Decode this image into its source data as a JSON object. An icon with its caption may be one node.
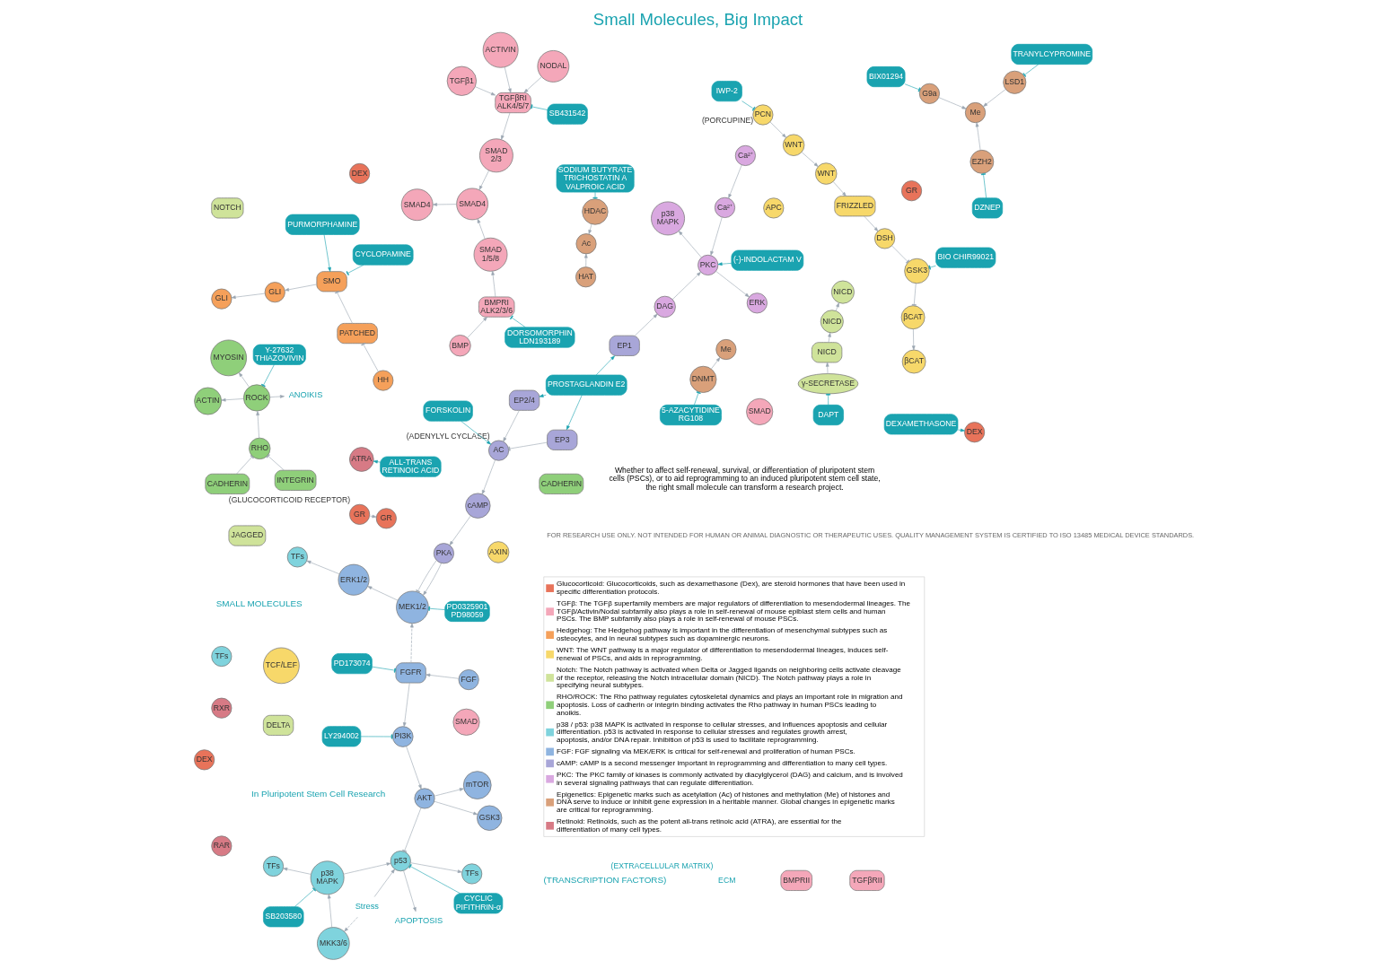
{
  "diagram": {
    "title": "Small Molecules, Big Impact",
    "caption": "FOR RESEARCH USE ONLY. NOT INTENDED FOR HUMAN OR ANIMAL DIAGNOSTIC OR THERAPEUTIC USES. QUALITY MANAGEMENT SYSTEM IS CERTIFIED TO ISO 13485 MEDICAL DEVICE STANDARDS.",
    "nodes": [
      {
        "text": [
          "IWP-2"
        ]
      },
      {
        "text": [
          "PCN"
        ],
        "beside": [
          "(PORCUPINE)"
        ]
      },
      {
        "text": [
          "WNT"
        ]
      },
      {
        "text": [
          "WNT"
        ]
      },
      {
        "text": [
          "FRIZZLED"
        ]
      },
      {
        "text": [
          "DELTA"
        ]
      },
      {
        "text": [
          "JAGGED"
        ]
      },
      {
        "text": [
          "NOTCH"
        ]
      },
      {
        "text": [
          "NICD"
        ]
      },
      {
        "text": [
          "γ-SECRETASE"
        ]
      },
      {
        "text": [
          "DAPT"
        ]
      },
      {
        "text": [
          "CADHERIN"
        ]
      },
      {
        "text": [
          "CADHERIN"
        ]
      },
      {
        "text": [
          "ECM"
        ],
        "beside": [
          "(EXTRACELLULAR MATRIX)"
        ]
      },
      {
        "text": [
          "INTEGRIN"
        ]
      },
      {
        "text": [
          "Stress"
        ]
      },
      {
        "text": [
          "FGF"
        ]
      },
      {
        "text": [
          "FGFR"
        ]
      },
      {
        "text": [
          "PD173074"
        ]
      },
      {
        "text": [
          "HH"
        ]
      },
      {
        "text": [
          "PATCHED"
        ]
      },
      {
        "text": [
          "SMO"
        ]
      },
      {
        "text": [
          "PURMORPHAMINE"
        ]
      },
      {
        "text": [
          "CYCLOPAMINE"
        ]
      },
      {
        "text": [
          "BMP"
        ]
      },
      {
        "text": [
          "BMPRI ALK2/3/6"
        ]
      },
      {
        "text": [
          "BMPRII"
        ]
      },
      {
        "text": [
          "DORSOMORPHIN LDN193189"
        ]
      },
      {
        "text": [
          "TGFβ1"
        ]
      },
      {
        "text": [
          "NODAL"
        ]
      },
      {
        "text": [
          "ACTIVIN"
        ]
      },
      {
        "text": [
          "TGFβRI ALK4/5/7"
        ]
      },
      {
        "text": [
          "TGFβRII"
        ]
      },
      {
        "text": [
          "SB431542"
        ]
      },
      {
        "text": [
          "SMAD 2/3"
        ]
      },
      {
        "text": [
          "SMAD 1/5/8"
        ]
      },
      {
        "text": [
          "SMAD4"
        ]
      },
      {
        "text": [
          "GLI"
        ]
      },
      {
        "text": [
          "DSH"
        ]
      },
      {
        "text": [
          "AXIN"
        ]
      },
      {
        "text": [
          "GSK3"
        ]
      },
      {
        "text": [
          "APC"
        ]
      },
      {
        "text": [
          "BIO CHIR99021"
        ]
      },
      {
        "text": [
          "βCAT"
        ]
      },
      {
        "text": [
          "NICD"
        ]
      },
      {
        "text": [
          "RHO"
        ]
      },
      {
        "text": [
          "ROCK"
        ]
      },
      {
        "text": [
          "Y-27632 THIAZOVIVIN"
        ]
      },
      {
        "text": [
          "MYOSIN"
        ]
      },
      {
        "text": [
          "ACTIN"
        ]
      },
      {
        "text": [
          "ANOIKIS"
        ]
      },
      {
        "text": [
          "MKK3/6"
        ]
      },
      {
        "text": [
          "SB203580"
        ]
      },
      {
        "text": [
          "p38 MAPK"
        ]
      },
      {
        "text": [
          "p53"
        ]
      },
      {
        "text": [
          "APOPTOSIS"
        ]
      },
      {
        "text": [
          "CYCLIC PIFITHRIN-α"
        ]
      },
      {
        "text": [
          "PI3K"
        ]
      },
      {
        "text": [
          "LY294002"
        ]
      },
      {
        "text": [
          "MEK1/2"
        ]
      },
      {
        "text": [
          "PD0325901 PD98059"
        ]
      },
      {
        "text": [
          "AKT"
        ]
      },
      {
        "text": [
          "mTOR"
        ]
      },
      {
        "text": [
          "GSK3"
        ]
      },
      {
        "text": [
          "ERK1/2"
        ]
      },
      {
        "text": [
          "PKA"
        ]
      },
      {
        "text": [
          "PROSTAGLANDIN E2"
        ]
      },
      {
        "text": [
          "EP3"
        ]
      },
      {
        "text": [
          "EP2/4"
        ]
      },
      {
        "text": [
          "EP1"
        ]
      },
      {
        "text": [
          "AC"
        ],
        "beside": [
          "(ADENYLYL CYCLASE)"
        ]
      },
      {
        "text": [
          "FORSKOLIN"
        ]
      },
      {
        "text": [
          "cAMP"
        ]
      },
      {
        "text": [
          "Ca²⁺"
        ]
      },
      {
        "text": [
          "DAG"
        ]
      },
      {
        "text": [
          "Ca²⁺"
        ]
      },
      {
        "text": [
          "(-)-INDOLACTAM V"
        ]
      },
      {
        "text": [
          "PKC"
        ]
      },
      {
        "text": [
          "p38 MAPK"
        ]
      },
      {
        "text": [
          "ERK"
        ]
      },
      {
        "text": [
          "DEXAMETHASONE"
        ]
      },
      {
        "text": [
          "DEX"
        ]
      },
      {
        "text": [
          "GR"
        ],
        "beside": [
          "(GLUCOCORTICOID RECEPTOR)"
        ]
      },
      {
        "text": [
          "TFs"
        ]
      },
      {
        "text": [
          "TFs"
        ]
      },
      {
        "text": [
          "TFs"
        ]
      },
      {
        "text": [
          "TFs"
        ]
      },
      {
        "text": [
          "βCAT"
        ]
      },
      {
        "text": [
          "TCF/LEF"
        ]
      },
      {
        "text": [
          "NICD"
        ]
      },
      {
        "text": [
          "GLI"
        ]
      },
      {
        "text": [
          "SMAD"
        ]
      },
      {
        "text": [
          "SMAD"
        ]
      },
      {
        "text": [
          "SMAD4"
        ]
      },
      {
        "text": [
          "RXR"
        ]
      },
      {
        "text": [
          "RAR"
        ]
      },
      {
        "text": [
          "ATRA"
        ]
      },
      {
        "text": [
          "ALL-TRANS RETINOIC ACID"
        ]
      },
      {
        "text": [
          "DEX"
        ]
      },
      {
        "text": [
          "GR"
        ]
      },
      {
        "text": [
          "DEX"
        ]
      },
      {
        "text": [
          "GR"
        ]
      },
      {
        "text": [
          "DNMT"
        ]
      },
      {
        "text": [
          "Me"
        ]
      },
      {
        "text": [
          "5-AZACYTIDINE RG108"
        ]
      },
      {
        "text": [
          "DZNEP"
        ]
      },
      {
        "text": [
          "EZH2"
        ]
      },
      {
        "text": [
          "BIX01294"
        ]
      },
      {
        "text": [
          "G9a"
        ]
      },
      {
        "text": [
          "TRANYLCYPROMINE"
        ]
      },
      {
        "text": [
          "LSD1"
        ]
      },
      {
        "text": [
          "Me"
        ]
      },
      {
        "text": [
          "Ac"
        ]
      },
      {
        "text": [
          "HDAC"
        ]
      },
      {
        "text": [
          "HAT"
        ]
      },
      {
        "text": [
          "SODIUM BUTYRATE TRICHOSTATIN A VALPROIC ACID"
        ]
      }
    ],
    "edges": [
      {
        "from": 0,
        "to": 1,
        "arrow": "other",
        "color": "#1aa3b0"
      },
      {
        "from": 1,
        "to": 2,
        "arrow": "to"
      },
      {
        "from": 2,
        "to": 3,
        "arrow": "to"
      },
      {
        "from": 3,
        "to": 4,
        "arrow": "to"
      },
      {
        "from": 22,
        "to": 21,
        "arrow": "to",
        "color": "#1aa3b0"
      },
      {
        "from": 19,
        "to": 20,
        "arrow": "other"
      },
      {
        "from": 20,
        "to": 21,
        "arrow": "other"
      },
      {
        "from": 23,
        "to": 21,
        "arrow": "other",
        "color": "#1aa3b0"
      },
      {
        "from": 21,
        "to": 37,
        "arrow": "to"
      },
      {
        "from": 37,
        "to": 90,
        "arrow": "to"
      },
      {
        "from": 24,
        "to": 25,
        "arrow": "to"
      },
      {
        "from": 25,
        "to": 35,
        "arrow": "to"
      },
      {
        "from": 27,
        "to": 25,
        "arrow": "other",
        "color": "#1aa3b0"
      },
      {
        "from": 28,
        "to": 31,
        "arrow": "to"
      },
      {
        "from": 29,
        "to": 31,
        "arrow": "to"
      },
      {
        "from": 30,
        "to": 31,
        "arrow": "to"
      },
      {
        "from": 33,
        "to": 31,
        "arrow": "other",
        "color": "#1aa3b0"
      },
      {
        "from": 31,
        "to": 34,
        "arrow": "to"
      },
      {
        "from": 34,
        "to": 36,
        "arrow": "to"
      },
      {
        "from": 35,
        "to": 36,
        "arrow": "to"
      },
      {
        "from": 36,
        "to": 93,
        "arrow": "to"
      },
      {
        "from": 4,
        "to": 38,
        "arrow": "to"
      },
      {
        "from": 38,
        "to": 40,
        "arrow": "other"
      },
      {
        "from": 42,
        "to": 40,
        "arrow": "other",
        "color": "#1aa3b0"
      },
      {
        "from": 40,
        "to": 43,
        "arrow": "other"
      },
      {
        "from": 43,
        "to": 87,
        "arrow": "to"
      },
      {
        "from": 9,
        "to": 8,
        "arrow": "to"
      },
      {
        "from": 10,
        "to": 9,
        "arrow": "other",
        "color": "#1aa3b0"
      },
      {
        "from": 8,
        "to": 44,
        "arrow": "to"
      },
      {
        "from": 44,
        "to": 89,
        "arrow": "to"
      },
      {
        "from": 12,
        "to": 45,
        "arrow": "other"
      },
      {
        "from": 14,
        "to": 45,
        "arrow": "other"
      },
      {
        "from": 45,
        "to": 46,
        "arrow": "to"
      },
      {
        "from": 47,
        "to": 46,
        "arrow": "other",
        "color": "#1aa3b0"
      },
      {
        "from": 46,
        "to": 48,
        "arrow": "to"
      },
      {
        "from": 46,
        "to": 49,
        "arrow": "to"
      },
      {
        "from": 46,
        "to": 50,
        "arrow": "to"
      },
      {
        "from": 15,
        "to": 51,
        "arrow": "to",
        "style": "dashed"
      },
      {
        "from": 15,
        "to": 54,
        "arrow": "to"
      },
      {
        "from": 51,
        "to": 53,
        "arrow": "to"
      },
      {
        "from": 52,
        "to": 53,
        "arrow": "other",
        "color": "#1aa3b0"
      },
      {
        "from": 53,
        "to": 54,
        "arrow": "to"
      },
      {
        "from": 53,
        "to": 83,
        "arrow": "to"
      },
      {
        "from": 54,
        "to": 84,
        "arrow": "to"
      },
      {
        "from": 54,
        "to": 55,
        "arrow": "to"
      },
      {
        "from": 56,
        "to": 54,
        "arrow": "other",
        "color": "#1aa3b0"
      },
      {
        "from": 61,
        "to": 54,
        "arrow": "other"
      },
      {
        "from": 16,
        "to": 17,
        "arrow": "to"
      },
      {
        "from": 18,
        "to": 17,
        "arrow": "other",
        "color": "#1aa3b0"
      },
      {
        "from": 17,
        "to": 57,
        "arrow": "to"
      },
      {
        "from": 17,
        "to": 59,
        "arrow": "to",
        "style": "dashed"
      },
      {
        "from": 58,
        "to": 57,
        "arrow": "other",
        "color": "#1aa3b0"
      },
      {
        "from": 60,
        "to": 59,
        "arrow": "other",
        "color": "#1aa3b0"
      },
      {
        "from": 57,
        "to": 61,
        "arrow": "to"
      },
      {
        "from": 61,
        "to": 62,
        "arrow": "to"
      },
      {
        "from": 61,
        "to": 63,
        "arrow": "to"
      },
      {
        "from": 59,
        "to": 64,
        "arrow": "to"
      },
      {
        "from": 64,
        "to": 86,
        "arrow": "to"
      },
      {
        "from": 65,
        "to": 59,
        "arrow": "to"
      },
      {
        "from": 65,
        "to": 59,
        "arrow": "other"
      },
      {
        "from": 66,
        "to": 67,
        "arrow": "to",
        "color": "#1aa3b0"
      },
      {
        "from": 66,
        "to": 68,
        "arrow": "to",
        "color": "#1aa3b0"
      },
      {
        "from": 66,
        "to": 69,
        "arrow": "to",
        "color": "#1aa3b0"
      },
      {
        "from": 67,
        "to": 70,
        "arrow": "other"
      },
      {
        "from": 68,
        "to": 70,
        "arrow": "to"
      },
      {
        "from": 71,
        "to": 70,
        "arrow": "to",
        "color": "#1aa3b0"
      },
      {
        "from": 70,
        "to": 72,
        "arrow": "to"
      },
      {
        "from": 72,
        "to": 65,
        "arrow": "to"
      },
      {
        "from": 69,
        "to": 74,
        "arrow": "to"
      },
      {
        "from": 73,
        "to": 75,
        "arrow": "to"
      },
      {
        "from": 74,
        "to": 77,
        "arrow": "to"
      },
      {
        "from": 75,
        "to": 77,
        "arrow": "to"
      },
      {
        "from": 76,
        "to": 77,
        "arrow": "to",
        "color": "#1aa3b0"
      },
      {
        "from": 77,
        "to": 78,
        "arrow": "to"
      },
      {
        "from": 77,
        "to": 79,
        "arrow": "to"
      },
      {
        "from": 80,
        "to": 81,
        "arrow": "to",
        "color": "#1aa3b0"
      },
      {
        "from": 82,
        "to": 101,
        "arrow": "to"
      },
      {
        "from": 97,
        "to": 96,
        "arrow": "to",
        "color": "#1aa3b0"
      },
      {
        "from": 104,
        "to": 102,
        "arrow": "other",
        "color": "#1aa3b0"
      },
      {
        "from": 102,
        "to": 103,
        "arrow": "to"
      },
      {
        "from": 105,
        "to": 106,
        "arrow": "other",
        "color": "#1aa3b0"
      },
      {
        "from": 107,
        "to": 108,
        "arrow": "other",
        "color": "#1aa3b0"
      },
      {
        "from": 109,
        "to": 110,
        "arrow": "other",
        "color": "#1aa3b0"
      },
      {
        "from": 106,
        "to": 111,
        "arrow": "to"
      },
      {
        "from": 108,
        "to": 111,
        "arrow": "to"
      },
      {
        "from": 110,
        "to": 111,
        "arrow": "to"
      },
      {
        "from": 113,
        "to": 112,
        "arrow": "to"
      },
      {
        "from": 114,
        "to": 112,
        "arrow": "to"
      },
      {
        "from": 115,
        "to": 113,
        "arrow": "other",
        "color": "#1aa3b0"
      }
    ],
    "labels": [
      "In Pluripotent Stem Cell Research",
      "Whether to affect self-renewal, survival, or differentiation of pluripotent stem cells (PSCs), or to aid reprogramming to an induced pluripotent stem cell state, the right small molecule can transform a research project.",
      "SMALL MOLECULES",
      "(TRANSCRIPTION FACTORS)"
    ],
    "legend": [
      {
        "text": "Glucocorticoid: Glucocorticoids, such as dexamethasone (Dex), are steroid hormones that have been used in specific differentiation protocols.",
        "color": "#e8735a"
      },
      {
        "text": "TGFβ: The TGFβ superfamily members are major regulators of differentiation to mesendodermal lineages. The TGFβ/Activin/Nodal subfamily also plays a role in self-renewal of mouse epiblast stem cells and human PSCs. The BMP subfamily also plays a role in self-renewal of mouse PSCs.",
        "color": "#f4a7b9"
      },
      {
        "text": "Hedgehog: The Hedgehog pathway is important in the differentiation of mesenchymal subtypes such as osteocytes, and in neural subtypes such as dopaminergic neurons.",
        "color": "#f5a05a"
      },
      {
        "text": "WNT: The WNT pathway is a major regulator of differentiation to mesendodermal lineages, induces self-renewal of PSCs, and aids in reprogramming.",
        "color": "#f7d86a"
      },
      {
        "text": "Notch: The Notch pathway is activated when Delta or Jagged ligands on neighboring cells activate cleavage of the receptor, releasing the Notch intracellular domain (NICD). The Notch pathway plays a role in specifying neural subtypes.",
        "color": "#cfe39a"
      },
      {
        "text": "RHO/ROCK: The Rho pathway regulates cytoskeletal dynamics and plays an important role in migration and apoptosis. Loss of cadherin or integrin binding activates the Rho pathway in human PSCs leading to anoikis.",
        "color": "#8fcf7a"
      },
      {
        "text": "p38 / p53: p38 MAPK is activated in response to cellular stresses, and influences apoptosis and cellular differentiation. p53 is activated in response to cellular stresses and regulates growth arrest, apoptosis, and/or DNA repair. Inhibition of p53 is used to facilitate reprogramming.",
        "color": "#7fd3dd"
      },
      {
        "text": "FGF: FGF signaling via MEK/ERK is critical for self-renewal and proliferation of human PSCs.",
        "color": "#8fb4e0"
      },
      {
        "text": "cAMP: cAMP is a second messenger important in reprogramming and differentiation to many cell types.",
        "color": "#a8a6d8"
      },
      {
        "text": "PKC: The PKC family of kinases is commonly activated by diacylglycerol (DAG) and calcium, and is involved in several signaling pathways that can regulate differentiation.",
        "color": "#d9a8e0"
      },
      {
        "text": "Epigenetics: Epigenetic marks such as acetylation (Ac) of histones and methylation (Me) of histones and DNA serve to induce or inhibit gene expression in a heritable manner. Global changes in epigenetic marks are critical for reprogramming.",
        "color": "#d9a07a"
      },
      {
        "text": "Retinoid: Retinoids, such as the potent all-trans retinoic acid (ATRA), are essential for the differentiation of many cell types.",
        "color": "#d77a85"
      }
    ]
  }
}
